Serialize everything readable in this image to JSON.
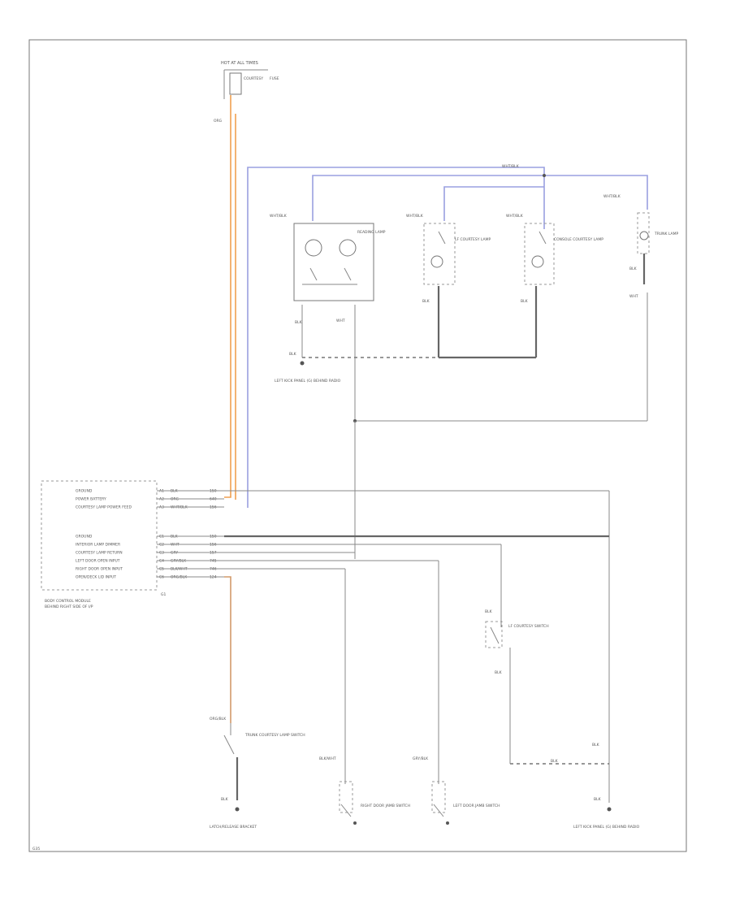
{
  "diagram": {
    "labels": {
      "fuse_title": "HOT AT ALL TIMES",
      "fuse_desc_1": "COURTESY",
      "fuse_desc_2": "FUSE",
      "fuse_wire": "ORG",
      "splice_top": "WHT/BLK",
      "reading_lamp_wire": "WHT/BLK",
      "reading_lamp": "READING LAMP",
      "lf_lamp_wire": "WHT/BLK",
      "lf_lamp": "LF COURTESY LAMP",
      "console_lamp_wire": "WHT/BLK",
      "console_lamp": "CONSOLE COURTESY LAMP",
      "trunk_lamp_wire": "WHT/BLK",
      "trunk_lamp": "TRUNK LAMP",
      "ground_left": "LEFT KICK PANEL (G) BEHIND RADIO",
      "ground_right": "LEFT KICK PANEL (G) BEHIND RADIO",
      "module_name": "BODY CONTROL MODULE",
      "module_loc": "BEHIND RIGHT SIDE OF I/P",
      "grid_ref": "G1",
      "trunk_switch": "TRUNK COURTESY LAMP SWITCH",
      "rr_door_jamb": "RIGHT DOOR JAMB SWITCH",
      "lf_door_jamb": "LEFT DOOR JAMB SWITCH",
      "lf_lamp_switch": "LF COURTESY SWITCH",
      "trunk_latch": "LATCH/RELEASE BRACKET",
      "footer": "G35"
    },
    "module_pins": [
      {
        "label": "GROUND",
        "pin": "A1",
        "wire": "BLK",
        "num": "150"
      },
      {
        "label": "POWER BATTERY",
        "pin": "A2",
        "wire": "ORG",
        "num": "640"
      },
      {
        "label": "COURTESY LAMP POWER FEED",
        "pin": "A3",
        "wire": "WHT/BLK",
        "num": "156"
      },
      {
        "label": "GROUND",
        "pin": "C1",
        "wire": "BLK",
        "num": "150"
      },
      {
        "label": "INTERIOR LAMP DIMMER",
        "pin": "C2",
        "wire": "WHT",
        "num": "156"
      },
      {
        "label": "COURTESY LAMP RETURN",
        "pin": "C3",
        "wire": "GRY",
        "num": "157"
      },
      {
        "label": "LEFT DOOR OPEN INPUT",
        "pin": "C4",
        "wire": "GRY/BLK",
        "num": "745"
      },
      {
        "label": "RIGHT DOOR OPEN INPUT",
        "pin": "C5",
        "wire": "BLK/WHT",
        "num": "746"
      },
      {
        "label": "OPEN/DECK LID INPUT",
        "pin": "C6",
        "wire": "ORG/BLK",
        "num": "124"
      }
    ],
    "wire_labels": [
      "BLK",
      "BLK",
      "BLK",
      "WHT",
      "BLK",
      "BLK",
      "BLK",
      "BLK",
      "ORG/BLK",
      "BLK/WHT",
      "GRY/BLK",
      "WHT",
      "BLK",
      "BLK",
      "BLK",
      "BLK",
      "BLK"
    ]
  }
}
